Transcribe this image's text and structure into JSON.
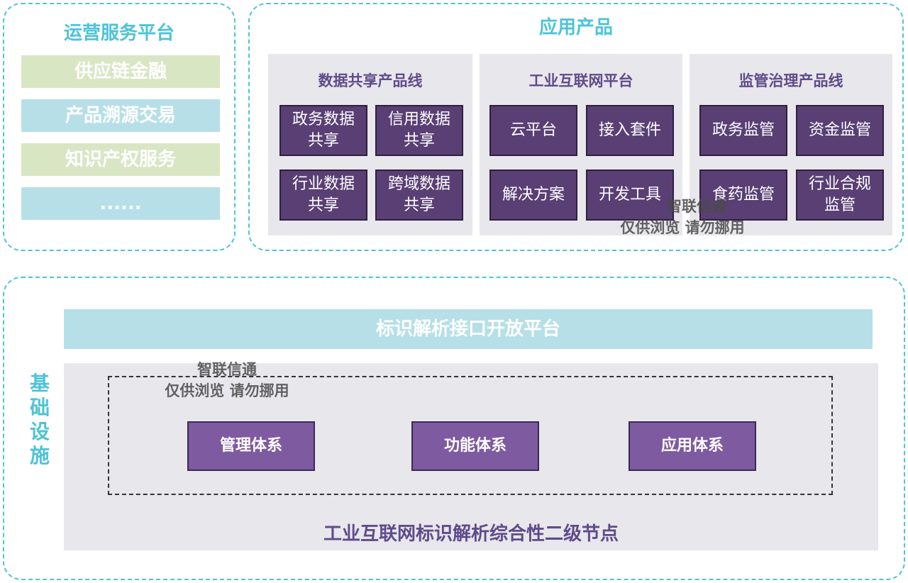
{
  "ops_platform": {
    "title": "运营服务平台",
    "items": [
      "供应链金融",
      "产品溯源交易",
      "知识产权服务",
      "......"
    ]
  },
  "app_products": {
    "title": "应用产品",
    "lines": [
      {
        "title": "数据共享产品线",
        "items": [
          "政务数据\n共享",
          "信用数据\n共享",
          "行业数据\n共享",
          "跨域数据\n共享"
        ]
      },
      {
        "title": "工业互联网平台",
        "items": [
          "云平台",
          "接入套件",
          "解决方案",
          "开发工具"
        ]
      },
      {
        "title": "监管治理产品线",
        "items": [
          "政务监管",
          "资金监管",
          "食药监管",
          "行业合规\n监管"
        ]
      }
    ]
  },
  "infrastructure": {
    "side_label": "基础设施",
    "api_bar": "标识解析接口开放平台",
    "systems": [
      "管理体系",
      "功能体系",
      "应用体系"
    ],
    "node_title": "工业互联网标识解析综合性二级节点"
  },
  "watermarks": [
    {
      "line1": "智联信通",
      "line2": "仅供浏览 请勿挪用"
    },
    {
      "line1": "智联信通",
      "line2": "仅供浏览 请勿挪用"
    }
  ],
  "colors": {
    "accent_cyan": "#4ec3d6",
    "box_purple": "#5a3f74",
    "system_purple": "#7e5aa0",
    "title_purple": "#5f4b8b",
    "light_green": "#d9e6c4",
    "light_blue": "#b7dfe8"
  }
}
